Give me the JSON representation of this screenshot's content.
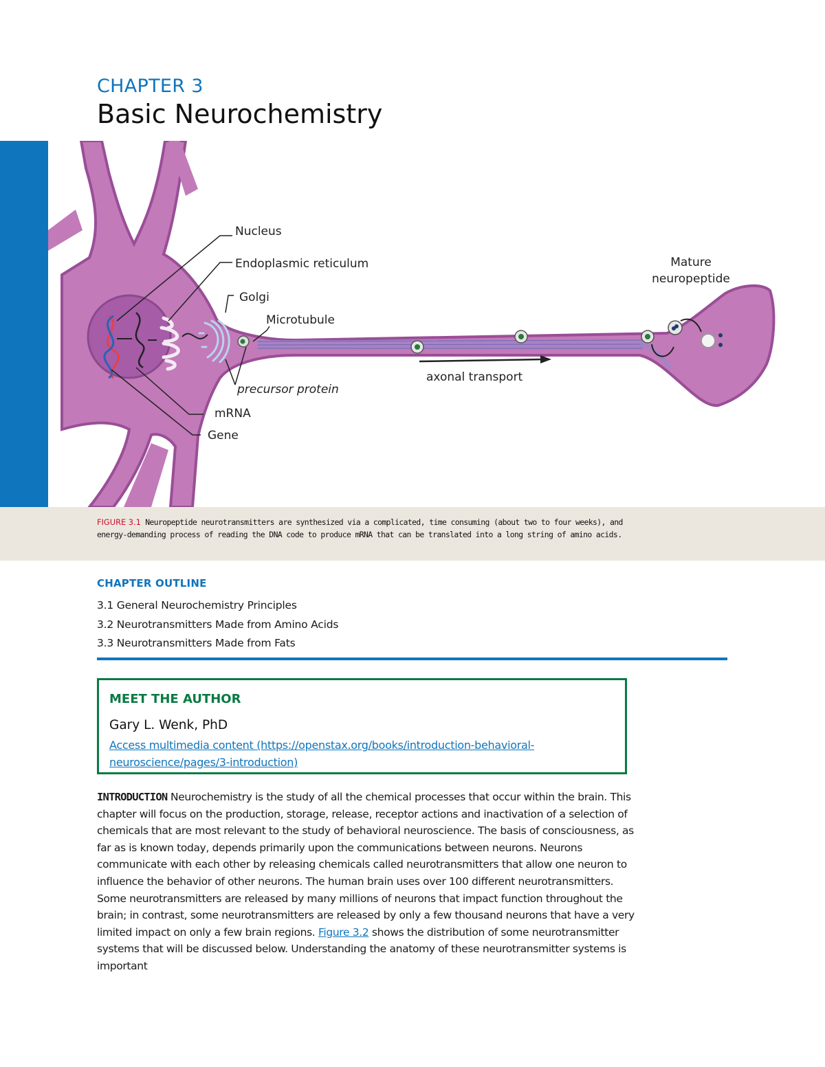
{
  "header": {
    "chapter_label": "CHAPTER 3",
    "chapter_title": "Basic Neurochemistry"
  },
  "figure": {
    "labels": {
      "nucleus": "Nucleus",
      "er": "Endoplasmic reticulum",
      "golgi": "Golgi",
      "microtubule": "Microtubule",
      "precursor": "precursor protein",
      "mrna": "mRNA",
      "gene": "Gene",
      "mature_line1": "Mature",
      "mature_line2": "neuropeptide",
      "transport": "axonal transport"
    },
    "colors": {
      "neuron_fill": "#c27ab9",
      "neuron_stroke": "#9a4e97",
      "nucleus_fill": "#a65ca7",
      "accent_blue": "#0f75bc"
    },
    "caption_ref": "FIGURE 3.1",
    "caption_text": " Neuropeptide neurotransmitters are synthesized via a complicated, time consuming (about two to four weeks), and energy-demanding process of reading the DNA code to produce mRNA that can be translated into a long string of amino acids."
  },
  "outline": {
    "heading": "CHAPTER OUTLINE",
    "items": [
      "3.1 General Neurochemistry Principles",
      "3.2 Neurotransmitters Made from Amino Acids",
      "3.3 Neurotransmitters Made from Fats"
    ]
  },
  "author": {
    "heading": "MEET THE AUTHOR",
    "name": "Gary L. Wenk, PhD",
    "link_text": "Access multimedia content (https://openstax.org/books/introduction-behavioral-neuroscience/pages/3-introduction)"
  },
  "intro": {
    "lead": "INTRODUCTION",
    "text_before_link": " Neurochemistry is the study of all the chemical processes that occur within the brain. This chapter will focus on the production, storage, release, receptor actions and inactivation of a selection of chemicals that are most relevant to the study of behavioral neuroscience. The basis of consciousness, as far as is known today, depends primarily upon the communications between neurons. Neurons communicate with each other by releasing chemicals called neurotransmitters that allow one neuron to influence the behavior of other neurons. The human brain uses over 100 different neurotransmitters. Some neurotransmitters are released by many millions of neurons that impact function throughout the brain; in contrast, some neurotransmitters are released by only a few thousand neurons that have a very limited impact on only a few brain regions. ",
    "link_text": "Figure 3.2",
    "text_after_link": " shows the distribution of some neurotransmitter systems that will be discussed below. Understanding the anatomy of these neurotransmitter systems is important"
  }
}
